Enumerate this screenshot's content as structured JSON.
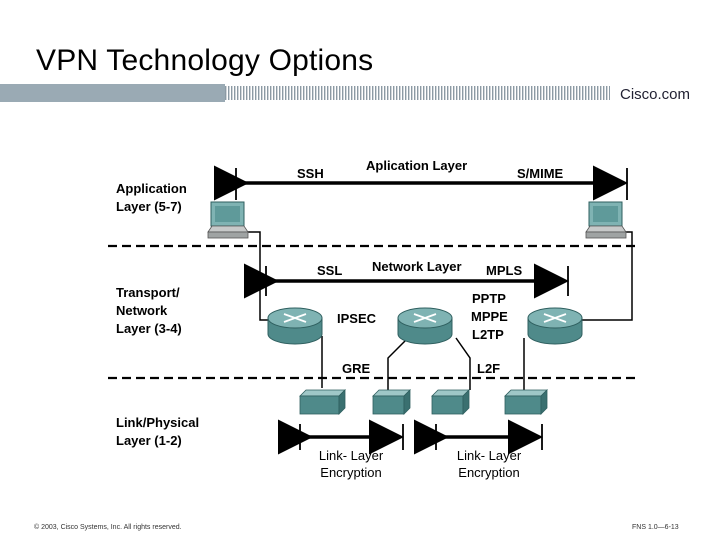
{
  "title": "VPN Technology Options",
  "brand": "Cisco.com",
  "layers": {
    "application": [
      "Application",
      "Layer (5-7)"
    ],
    "transport": [
      "Transport/",
      "Network",
      "Layer (3-4)"
    ],
    "link": [
      "Link/Physical",
      "Layer (1-2)"
    ]
  },
  "top_arrow": {
    "left": "SSH",
    "center": "Aplication Layer",
    "right": "S/MIME"
  },
  "mid_arrow": {
    "left": "SSL",
    "center": "Network Layer",
    "right": "MPLS"
  },
  "tech": {
    "ipsec": "IPSEC",
    "pptp": "PPTP",
    "mppe": "MPPE",
    "l2tp": "L2TP",
    "gre": "GRE",
    "l2f": "L2F"
  },
  "encryption": [
    {
      "line1": "Link- Layer",
      "line2": "Encryption"
    },
    {
      "line1": "Link- Layer",
      "line2": "Encryption"
    }
  ],
  "footer": {
    "left": "© 2003, Cisco Systems, Inc. All rights reserved.",
    "right": "FNS 1.0—6-13"
  },
  "colors": {
    "band": "#9aaab4",
    "device": "#4f8a8a",
    "device_top": "#7fb3b3"
  }
}
